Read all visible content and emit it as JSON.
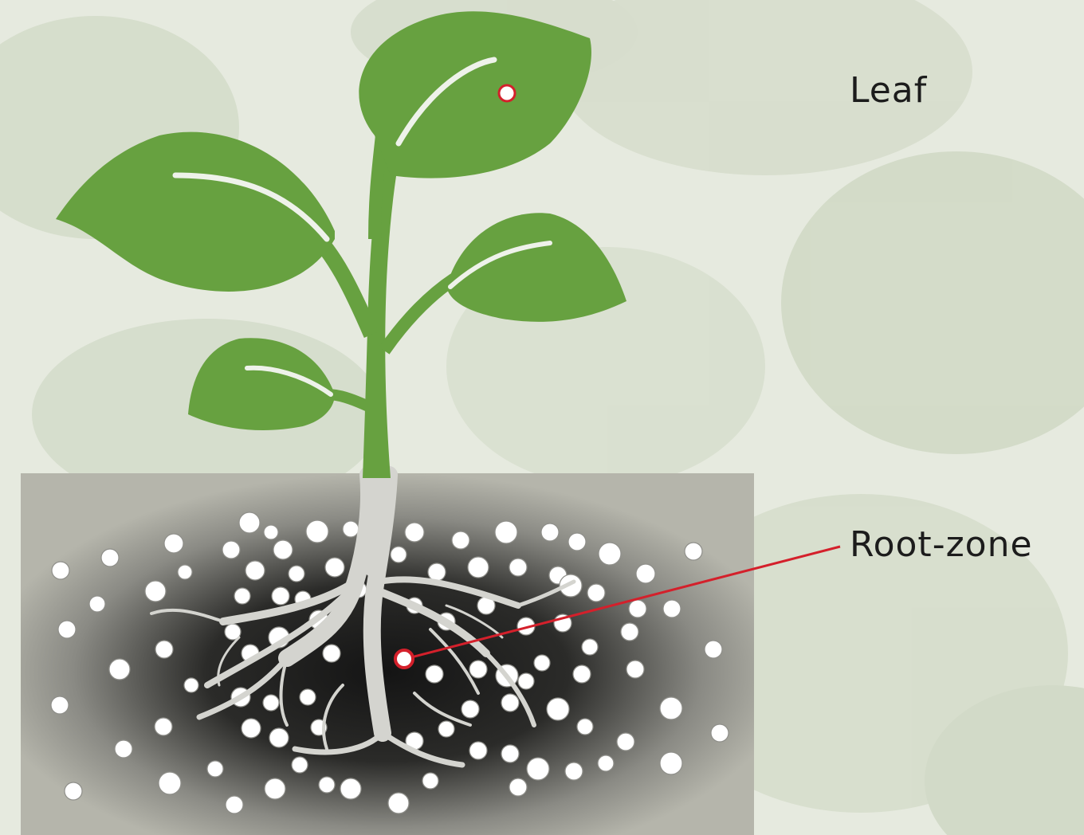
{
  "labels": {
    "leaf": "Leaf",
    "root_zone": "Root-zone"
  },
  "colors": {
    "background": "#e6eadf",
    "foliage_background": "#cfd8c3",
    "plant_green": "#67a140",
    "leaf_vein": "#eef2ea",
    "soil_outer": "#b5b5ab",
    "soil_inner": "#141414",
    "root": "#d4d4cf",
    "soil_pore": "#ffffff",
    "callout_line": "#d4202b",
    "callout_marker_fill": "#ffffff",
    "label_text": "#1c1c1c"
  },
  "icons": {
    "plant": "plant-seedling-icon",
    "soil": "soil-cross-section",
    "callout_marker": "circle-marker-icon"
  }
}
